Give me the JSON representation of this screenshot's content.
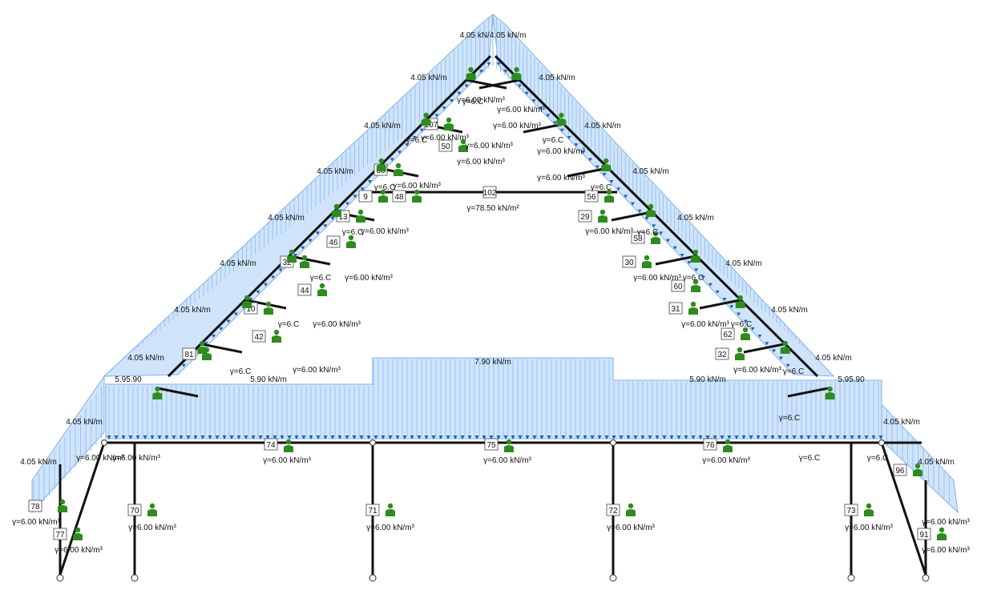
{
  "loads": {
    "apex": "4.05 kN/4.05 kN/m",
    "roof_line": "4.05 kN/m",
    "roof_lines_left": [
      "4.05 kN/m",
      "4.05 kN/m",
      "4.05 kN/m",
      "4.05 kN/m",
      "4.05 kN/m",
      "4.05 kN/m",
      "4.05 kN/m",
      "4.05 kN/m"
    ],
    "roof_lines_right": [
      "4.05 kN/m",
      "4.05 kN/m",
      "4.05 kN/m",
      "4.05 kN/m",
      "4.05 kN/m",
      "4.05 kN/m",
      "4.05 kN/m",
      "4.05 kN/m"
    ],
    "eaves_left": [
      "4.05 kN/m",
      "4.05 kN/m"
    ],
    "eaves_right": [
      "4.05 kN/m",
      "4.05 kN/m"
    ],
    "floor_center": "7.90 kN/m",
    "floor_left": "5.90 kN/m",
    "floor_right": "5.90 kN/m",
    "floor_left_edge": "5.95.90",
    "floor_right_edge": "5.95.90",
    "collar": "γ=78.50 kN/m²"
  },
  "members": {
    "columns": [
      {
        "id": "70",
        "gamma": "γ=6.00 kN/m³"
      },
      {
        "id": "71",
        "gamma": "γ=6.00 kN/m³"
      },
      {
        "id": "72",
        "gamma": "γ=6.00 kN/m³"
      },
      {
        "id": "73",
        "gamma": "γ=6.00 kN/m³"
      }
    ],
    "beams": [
      {
        "id": "74",
        "gamma": "γ=6.00 kN/m³"
      },
      {
        "id": "75",
        "gamma": "γ=6.00 kN/m³"
      },
      {
        "id": "76",
        "gamma": "γ=6.00 kN/m³"
      }
    ],
    "left_outer": [
      {
        "id": "77",
        "gamma": "γ=6.00 kN/m³"
      },
      {
        "id": "78",
        "gamma": "γ=6.00 kN/m³"
      }
    ],
    "right_outer": [
      {
        "id": "91",
        "gamma": "γ=6.00 kN/m³"
      },
      {
        "id": "96",
        "gamma": "γ=6.00 kN/m³"
      }
    ],
    "collar_id": "102",
    "truss_ids_left": [
      "13",
      "32",
      "33",
      "107",
      "9",
      "10",
      "81",
      "42",
      "44",
      "46",
      "48"
    ],
    "truss_ids_right": [
      "29",
      "30",
      "31",
      "32",
      "50",
      "56",
      "58",
      "60",
      "62"
    ]
  },
  "gamma_generic": "γ=6.00 kN/m³",
  "gamma_short": "γ=6.C",
  "icon_color": "#2e8b1e",
  "load_color": "#cfe4fb",
  "arrow_color": "#1f5fb0"
}
